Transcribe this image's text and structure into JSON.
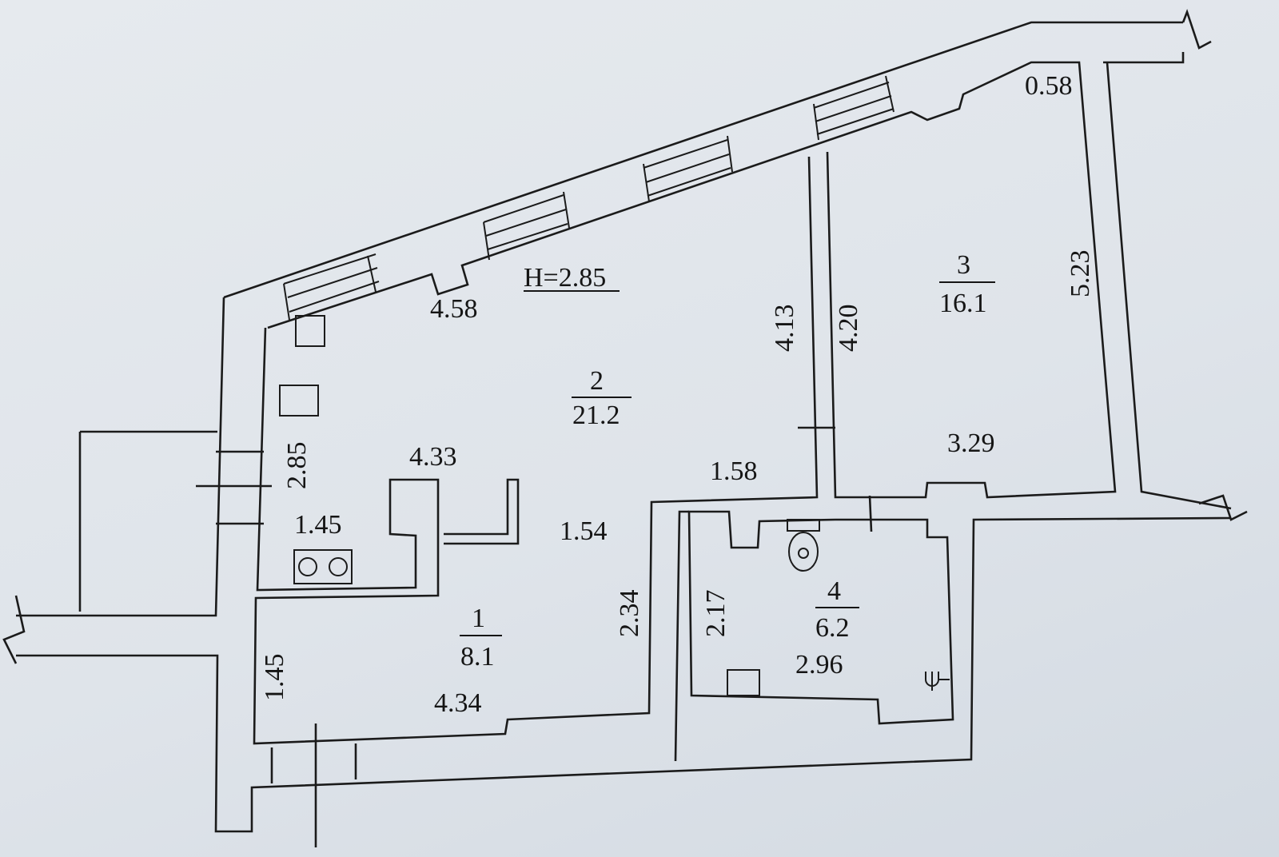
{
  "plan": {
    "ceiling_height": "H=2.85",
    "rooms": [
      {
        "number": "1",
        "area": "8.1"
      },
      {
        "number": "2",
        "area": "21.2"
      },
      {
        "number": "3",
        "area": "16.1"
      },
      {
        "number": "4",
        "area": "6.2"
      }
    ],
    "dimensions": {
      "top_wall_room2": "4.58",
      "room2_partition_left": "4.13",
      "room3_partition_right": "4.20",
      "room3_right": "5.23",
      "room3_corner": "0.58",
      "room3_bottom": "3.29",
      "room2_bottom_right": "1.58",
      "kitchen_left": "2.85",
      "kitchen_top": "4.33",
      "kitchen_bottom": "1.45",
      "passage": "1.54",
      "room1_right": "2.34",
      "room1_left": "1.45",
      "room1_bottom": "4.34",
      "room4_left": "2.17",
      "room4_bottom": "2.96"
    }
  }
}
